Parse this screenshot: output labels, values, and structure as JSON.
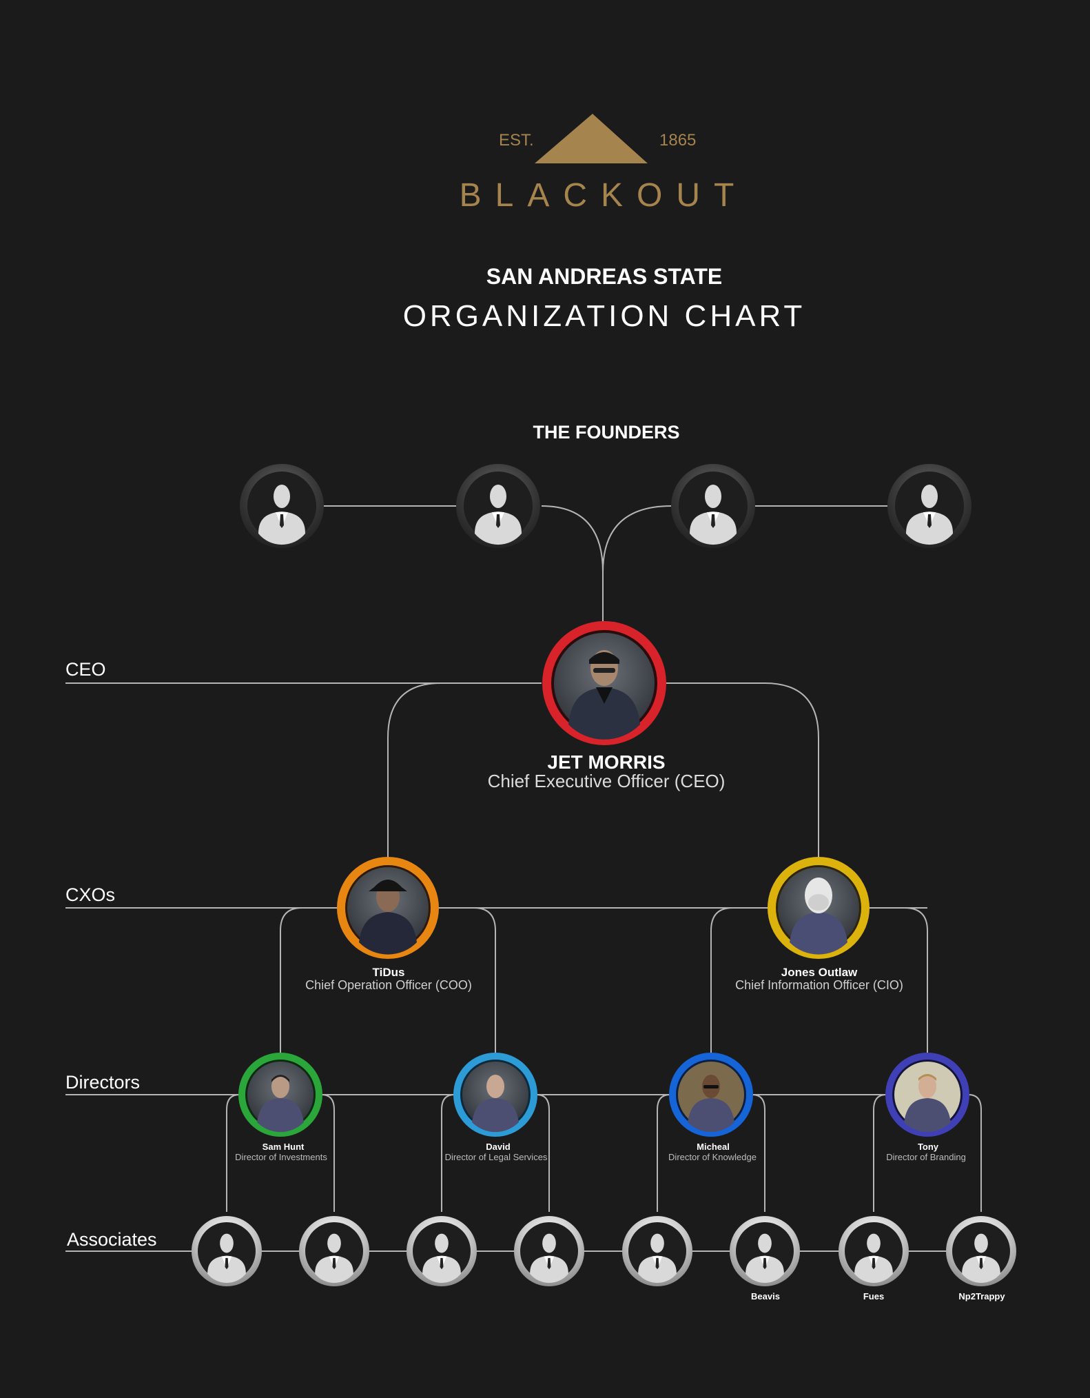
{
  "logo": {
    "est": "EST.",
    "year": "1865",
    "name": "BLACKOUT",
    "color": "#a5844e"
  },
  "header": {
    "subtitle": "SAN ANDREAS STATE",
    "title": "ORGANIZATION CHART"
  },
  "founders": {
    "label": "THE FOUNDERS",
    "members": [
      {
        "icon": "person-silhouette-icon"
      },
      {
        "icon": "person-silhouette-icon"
      },
      {
        "icon": "person-silhouette-icon"
      },
      {
        "icon": "person-silhouette-icon"
      }
    ]
  },
  "levels": {
    "ceo": "CEO",
    "cxos": "CXOs",
    "directors": "Directors",
    "associates": "Associates"
  },
  "ceo": {
    "name": "JET MORRIS",
    "role": "Chief Executive Officer (CEO)",
    "ring_color": "#d8232a"
  },
  "cxos": [
    {
      "name": "TiDus",
      "role": "Chief Operation Officer (COO)",
      "ring_color": "#e88612"
    },
    {
      "name": "Jones Outlaw",
      "role": "Chief Information Officer (CIO)",
      "ring_color": "#dcb20d"
    }
  ],
  "directors": [
    {
      "name": "Sam Hunt",
      "role": "Director of Investments",
      "ring_color": "#2aa63a"
    },
    {
      "name": "David",
      "role": "Director of Legal Services",
      "ring_color": "#2d9bd6"
    },
    {
      "name": "Micheal",
      "role": "Director of Knowledge",
      "ring_color": "#1565d8"
    },
    {
      "name": "Tony",
      "role": "Director of Branding",
      "ring_color": "#3f3fb6"
    }
  ],
  "associates": [
    {
      "name": ""
    },
    {
      "name": ""
    },
    {
      "name": ""
    },
    {
      "name": ""
    },
    {
      "name": ""
    },
    {
      "name": "Beavis"
    },
    {
      "name": "Fues"
    },
    {
      "name": "Np2Trappy"
    }
  ]
}
